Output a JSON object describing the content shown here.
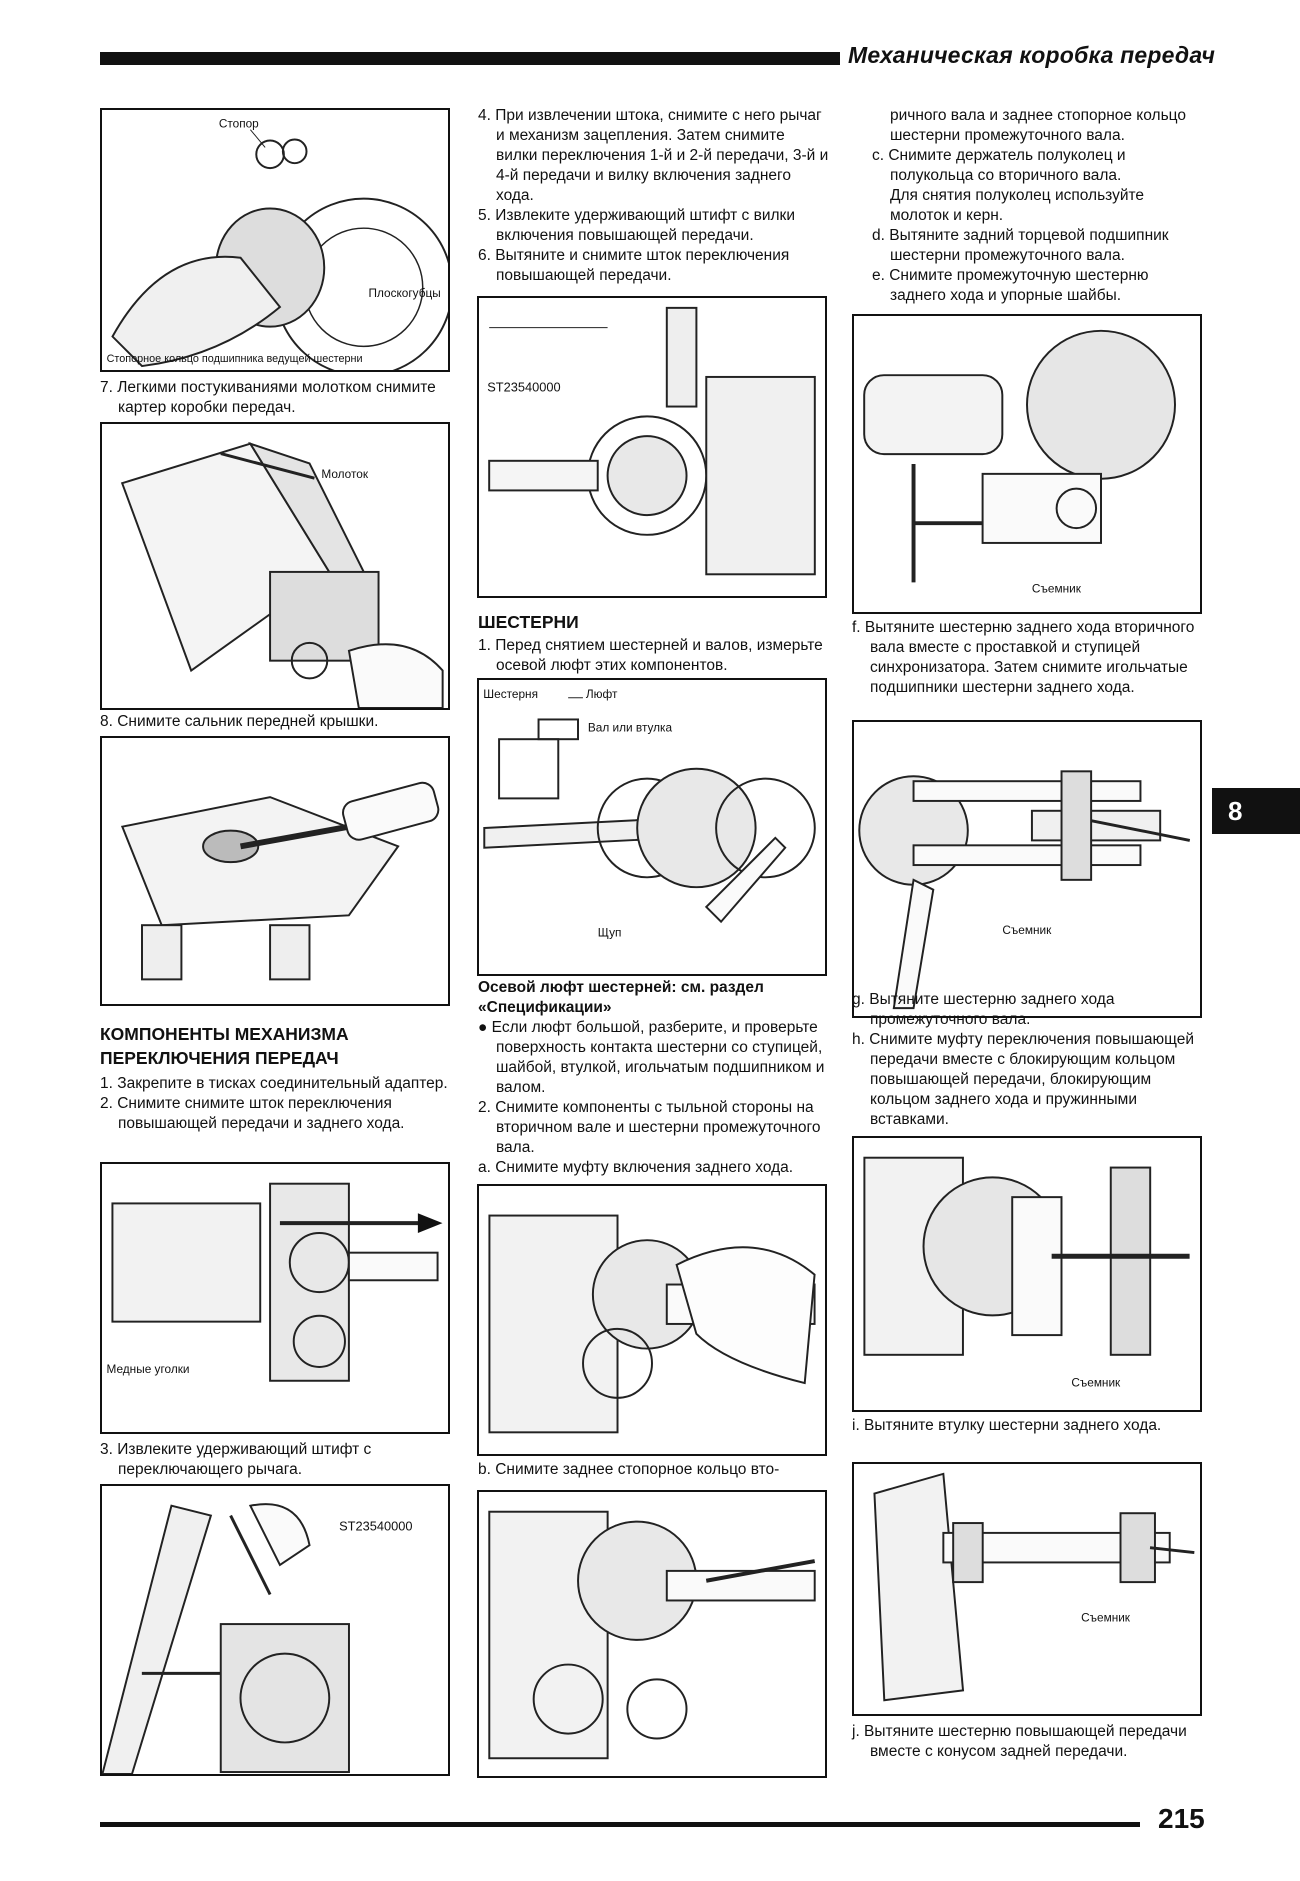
{
  "header": {
    "title": "Механическая коробка передач"
  },
  "page_number": "215",
  "chapter_tab": "8",
  "col1": {
    "fig1_labels": {
      "a": "Стопор",
      "b": "Плоскогубцы",
      "c": "Стопорное кольцо подшипника ведущей шестерни"
    },
    "step7": "7. Легкими постукиваниями молотком снимите картер коробки передач.",
    "fig2_labels": {
      "a": "Молоток"
    },
    "step8": "8. Снимите сальник передней крышки.",
    "section_title": "КОМПОНЕНТЫ МЕХАНИЗМА ПЕРЕКЛЮЧЕНИЯ ПЕРЕДАЧ",
    "s1": "1. Закрепите в тисках соединительный адаптер.",
    "s2": "2. Снимите снимите шток переключения повышающей передачи и заднего хода.",
    "fig4_labels": {
      "a": "Медные уголки"
    },
    "s3": "3. Извлеките удерживающий штифт с переключающего рычага.",
    "fig5_labels": {
      "a": "ST23540000"
    }
  },
  "col2": {
    "s4": "4. При извлечении штока, снимите с него рычаг и механизм зацепления. Затем снимите вилки переключения 1-й и 2-й передачи, 3-й и 4-й передачи и вилку включения заднего хода.",
    "s5": "5. Извлеките удерживающий штифт с вилки включения повышающей передачи.",
    "s6": "6. Вытяните и снимите шток переключения повышающей передачи.",
    "fig1_labels": {
      "a": "ST23540000"
    },
    "section_title": "ШЕСТЕРНИ",
    "g1": "1. Перед снятием шестерней и валов, измерьте осевой люфт этих компонентов.",
    "fig2_labels": {
      "a": "Шестерня",
      "b": "Люфт",
      "c": "Вал или втулка",
      "d": "Щуп"
    },
    "spec": "Осевой люфт шестерней: см. раздел «Спецификации»",
    "bullet": "Если люфт большой, разберите, и проверьте поверхность контакта шестерни со ступицей, шайбой, втулкой, игольчатым подшипником и валом.",
    "g2": "2. Снимите компоненты с тыльной стороны на вторичном вале и шестерни промежуточного вала.",
    "ga": "a. Снимите муфту включения заднего хода.",
    "gb": "b. Снимите заднее стопорное кольцо вто-"
  },
  "col3": {
    "cont": "ричного вала и заднее стопорное кольцо шестерни промежуточного вала.",
    "c": "c. Снимите держатель полуколец и полукольца со вторичного вала.",
    "c2": "Для снятия полуколец используйте молоток и керн.",
    "d": "d. Вытяните задний торцевой подшипник шестерни промежуточного вала.",
    "e": "e. Снимите промежуточную шестерню заднего хода и упорные шайбы.",
    "puller": "Съемник",
    "f": "f. Вытяните шестерню заднего хода вторичного вала вместе с проставкой и ступицей синхронизатора. Затем снимите игольчатые подшипники шестерни заднего хода.",
    "g": "g. Вытяните шестерню заднего хода промежуточного вала.",
    "h": "h. Снимите муфту переключения повышающей передачи вместе с блокирующим кольцом повышающей передачи, блокирующим кольцом заднего хода и пружинными вставками.",
    "i": "i. Вытяните втулку шестерни заднего хода.",
    "j": "j. Вытяните шестерню повышающей передачи вместе с конусом задней передачи."
  }
}
